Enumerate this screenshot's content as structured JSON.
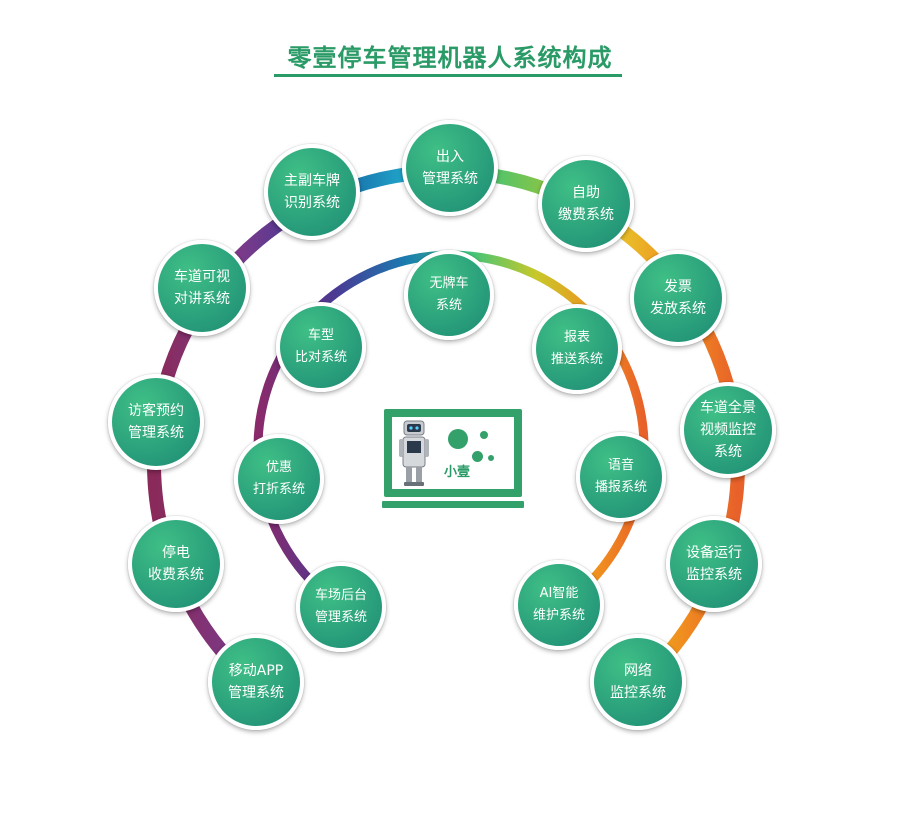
{
  "title": "零壹停车管理机器人系统构成",
  "robot": {
    "label": "小壹"
  },
  "outer_nodes": [
    {
      "lines": [
        "移动APP",
        "管理系统"
      ]
    },
    {
      "lines": [
        "停电",
        "收费系统"
      ]
    },
    {
      "lines": [
        "访客预约",
        "管理系统"
      ]
    },
    {
      "lines": [
        "车道可视",
        "对讲系统"
      ]
    },
    {
      "lines": [
        "主副车牌",
        "识别系统"
      ]
    },
    {
      "lines": [
        "出入",
        "管理系统"
      ]
    },
    {
      "lines": [
        "自助",
        "缴费系统"
      ]
    },
    {
      "lines": [
        "发票",
        "发放系统"
      ]
    },
    {
      "lines": [
        "车道全景",
        "视频监控",
        "系统"
      ]
    },
    {
      "lines": [
        "设备运行",
        "监控系统"
      ]
    },
    {
      "lines": [
        "网络",
        "监控系统"
      ]
    }
  ],
  "inner_nodes": [
    {
      "lines": [
        "车场后台",
        "管理系统"
      ]
    },
    {
      "lines": [
        "优惠",
        "打折系统"
      ]
    },
    {
      "lines": [
        "车型",
        "比对系统"
      ]
    },
    {
      "lines": [
        "无牌车",
        "系统"
      ]
    },
    {
      "lines": [
        "报表",
        "推送系统"
      ]
    },
    {
      "lines": [
        "语音",
        "播报系统"
      ]
    },
    {
      "lines": [
        "AI智能",
        "维护系统"
      ]
    }
  ],
  "colors": {
    "title": "#2a9a66",
    "node_fill_start": "#3ab882",
    "node_fill_end": "#1e8f78",
    "outer_arc": [
      "#8a2a5a",
      "#7a3a8a",
      "#4a3a94",
      "#1a7ab0",
      "#22b0d0",
      "#3ec47a",
      "#9ac43a",
      "#e8c02a",
      "#f0901e",
      "#e8602a"
    ],
    "inner_arc": [
      "#8a2a6a",
      "#4a3a94",
      "#1a7ab0",
      "#3ec47a",
      "#c8c82a",
      "#f0901e",
      "#e8602a"
    ]
  }
}
